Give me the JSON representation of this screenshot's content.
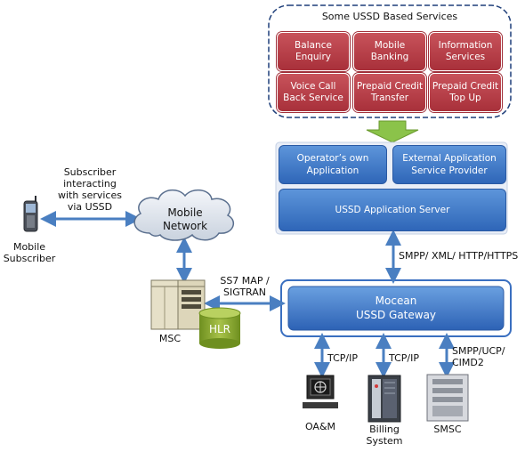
{
  "services_group": {
    "title": "Some USSD Based Services",
    "items": [
      {
        "line1": "Balance",
        "line2": "Enquiry"
      },
      {
        "line1": "Mobile",
        "line2": "Banking"
      },
      {
        "line1": "Information",
        "line2": "Services"
      },
      {
        "line1": "Voice Call",
        "line2": "Back Service"
      },
      {
        "line1": "Prepaid Credit",
        "line2": "Transfer"
      },
      {
        "line1": "Prepaid Credit",
        "line2": "Top Up"
      }
    ]
  },
  "operator_app": {
    "line1": "Operator’s own",
    "line2": "Application"
  },
  "external_app": {
    "line1": "External Application",
    "line2": "Service Provider"
  },
  "app_server": "USSD Application Server",
  "gateway": {
    "line1": "Mocean",
    "line2": "USSD Gateway"
  },
  "subscriber_note": {
    "line1": "Subscriber",
    "line2": "interacting",
    "line3": "with services",
    "line4": "via USSD"
  },
  "mobile_network": {
    "line1": "Mobile",
    "line2": "Network"
  },
  "mobile_subscriber": {
    "line1": "Mobile",
    "line2": "Subscriber"
  },
  "ss7_label": {
    "line1": "SS7 MAP /",
    "line2": "SIGTRAN"
  },
  "smpp_xml_label": "SMPP/ XML/ HTTP/HTTPS",
  "msc_label": "MSC",
  "hlr_label": "HLR",
  "tcpip_label_1": "TCP/IP",
  "tcpip_label_2": "TCP/IP",
  "smpp_ucp_label": {
    "line1": "SMPP/UCP/",
    "line2": "CIMD2"
  },
  "oam_label": "OA&M",
  "billing_label": {
    "line1": "Billing",
    "line2": "System"
  },
  "smsc_label": "SMSC",
  "colors": {
    "service_red": "#b83a44",
    "app_blue": "#3a73c4",
    "arrow_blue": "#4a7fc1",
    "funnel_green": "#7fb53d",
    "hlr_green": "#8aa82f",
    "cloud_grey": "#dde3ec"
  }
}
